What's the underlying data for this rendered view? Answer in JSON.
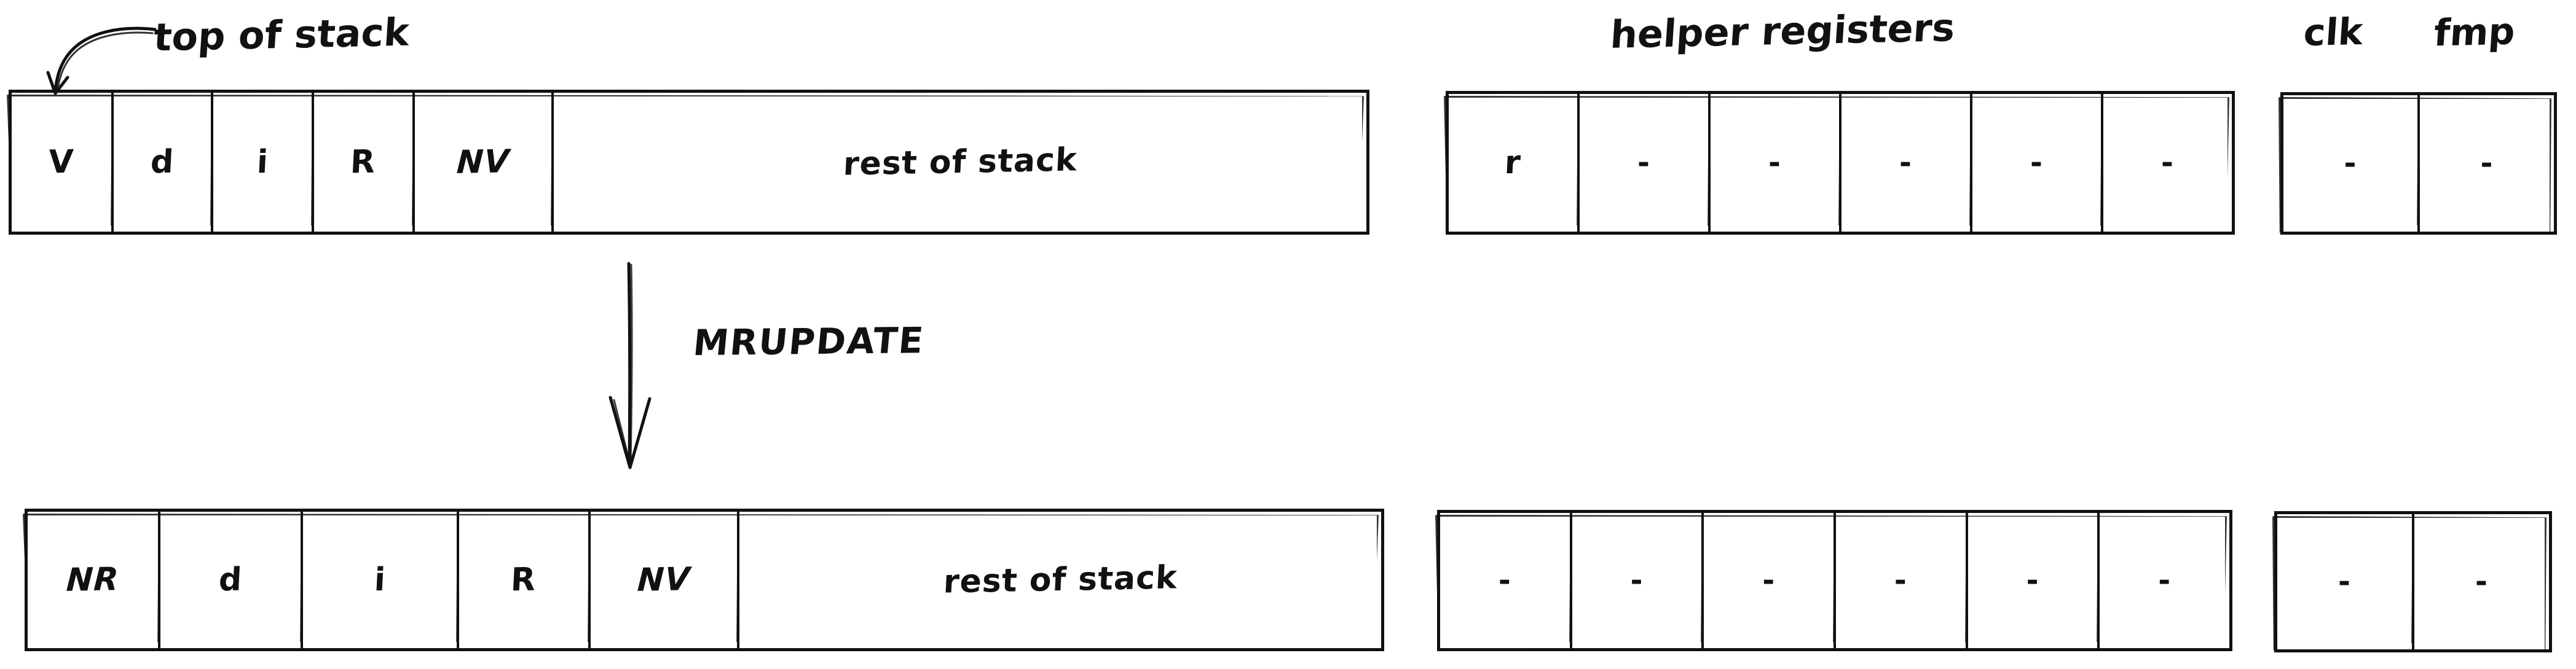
{
  "diagram": {
    "title": "MRUPDATE stack transition",
    "background_color": "#ffffff",
    "ink_color": "#111111"
  },
  "labels": {
    "top_of_stack": "top of stack",
    "helper_registers": "helper registers",
    "clk": "clk",
    "fmp": "fmp",
    "transition": "MRUPDATE"
  },
  "icons": {
    "pointer_arrow": "curved-arrow-down-left-icon",
    "transition_arrow": "arrow-down-icon"
  },
  "before": {
    "stack": {
      "cells": [
        "V",
        "d",
        "i",
        "R",
        "NV"
      ],
      "remainder_label": "rest of stack"
    },
    "helper_registers": {
      "cells": [
        "r",
        "-",
        "-",
        "-",
        "-",
        "-"
      ]
    },
    "flags": {
      "cells": [
        "-",
        "-"
      ]
    }
  },
  "after": {
    "stack": {
      "cells": [
        "NR",
        "d",
        "i",
        "R",
        "NV"
      ],
      "remainder_label": "rest of stack"
    },
    "helper_registers": {
      "cells": [
        "-",
        "-",
        "-",
        "-",
        "-",
        "-"
      ]
    },
    "flags": {
      "cells": [
        "-",
        "-"
      ]
    }
  }
}
